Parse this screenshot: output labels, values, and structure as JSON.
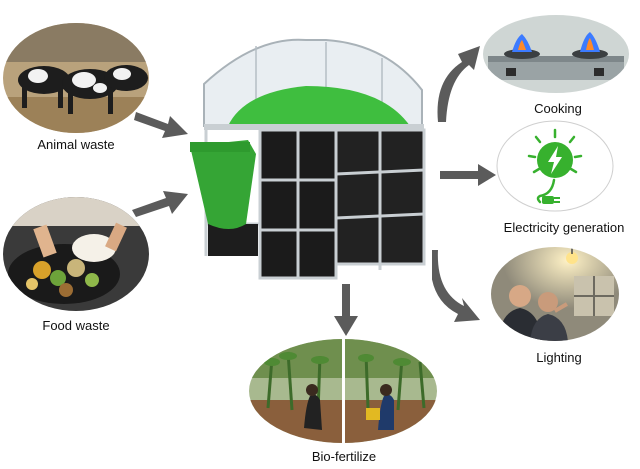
{
  "inputs": {
    "animal_waste": {
      "label": "Animal waste",
      "icon": "cows-photo"
    },
    "food_waste": {
      "label": "Food waste",
      "icon": "food-waste-photo"
    }
  },
  "center": {
    "icon": "biogas-digester-unit"
  },
  "outputs": {
    "cooking": {
      "label": "Cooking",
      "icon": "gas-stove-flame-photo"
    },
    "electricity": {
      "label": "Electricity generation",
      "icon": "lightning-bulb-plug-icon"
    },
    "lighting": {
      "label": "Lighting",
      "icon": "lighting-photo"
    },
    "biofertilize": {
      "label": "Bio-fertilize",
      "icon": "farmland-photo"
    }
  },
  "colors": {
    "arrow": "#5b5b5b",
    "digester_green": "#3fbe3f",
    "electric_green": "#37b12e"
  }
}
